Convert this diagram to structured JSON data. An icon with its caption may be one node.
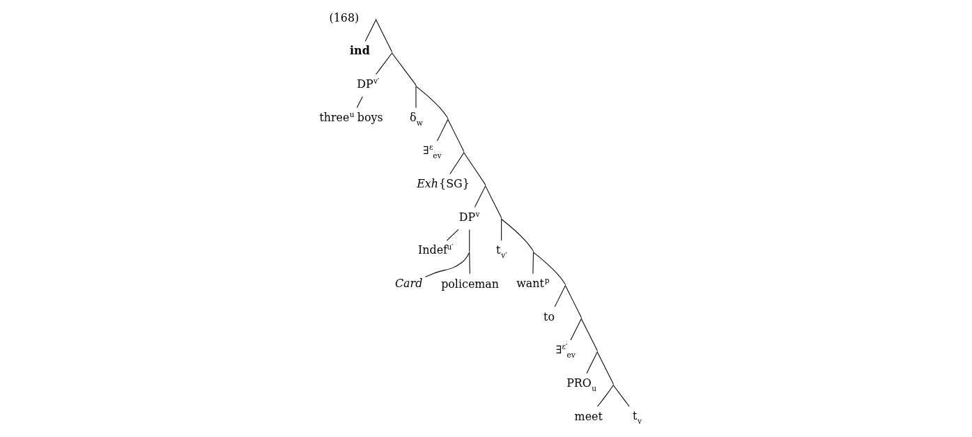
{
  "diagram": {
    "nodes": [
      {
        "text": [],
        "shape": "point"
      },
      {
        "text": [
          "ind"
        ]
      },
      {
        "text": [],
        "shape": "point"
      },
      {
        "text": [
          "DP$^{v′}$"
        ]
      },
      {
        "text": [
          "three$^{u}$ boys"
        ]
      },
      {
        "text": [],
        "shape": "point"
      },
      {
        "text": [
          "δ$_{w}$"
        ]
      },
      {
        "text": [],
        "shape": "point"
      },
      {
        "text": [
          "∃$^{ε}$$_{ev}$"
        ]
      },
      {
        "text": [],
        "shape": "point"
      },
      {
        "text": [
          "*Exh*{SG}"
        ]
      },
      {
        "text": [],
        "shape": "point"
      },
      {
        "text": [
          "DP$^{v}$"
        ]
      },
      {
        "text": [
          "Indef$^{u′}$"
        ]
      },
      {
        "text": [],
        "shape": "point"
      },
      {
        "text": [
          "Card"
        ]
      },
      {
        "text": [
          "policeman"
        ]
      },
      {
        "text": [],
        "shape": "point"
      },
      {
        "text": [
          "t$_{v′}$"
        ]
      },
      {
        "text": [],
        "shape": "point"
      },
      {
        "text": [
          "want$^{p}$"
        ]
      },
      {
        "text": [],
        "shape": "point"
      },
      {
        "text": [
          "to"
        ]
      },
      {
        "text": [],
        "shape": "point"
      },
      {
        "text": [
          "∃$^{ε′}$$_{ev}$"
        ]
      },
      {
        "text": [],
        "shape": "point"
      },
      {
        "text": [
          "PRO$_{u}$"
        ]
      },
      {
        "text": [],
        "shape": "point"
      },
      {
        "text": [
          "meet"
        ]
      },
      {
        "text": [
          "t$_{v}$"
        ]
      }
    ],
    "edges": [
      {
        "from": 0,
        "to": 1,
        "arrow": "none"
      },
      {
        "from": 0,
        "to": 2,
        "arrow": "none"
      },
      {
        "from": 2,
        "to": 3,
        "arrow": "none"
      },
      {
        "from": 3,
        "to": 4,
        "arrow": "none"
      },
      {
        "from": 2,
        "to": 5,
        "arrow": "none"
      },
      {
        "from": 5,
        "to": 6,
        "arrow": "none"
      },
      {
        "from": 5,
        "to": 7,
        "arrow": "none"
      },
      {
        "from": 7,
        "to": 8,
        "arrow": "none"
      },
      {
        "from": 7,
        "to": 9,
        "arrow": "none"
      },
      {
        "from": 9,
        "to": 10,
        "arrow": "none"
      },
      {
        "from": 9,
        "to": 11,
        "arrow": "none"
      },
      {
        "from": 11,
        "to": 12,
        "arrow": "none"
      },
      {
        "from": 12,
        "to": 13,
        "arrow": "none"
      },
      {
        "from": 12,
        "to": 14,
        "arrow": "none"
      },
      {
        "from": 14,
        "to": 15,
        "arrow": "none"
      },
      {
        "from": 14,
        "to": 16,
        "arrow": "none"
      },
      {
        "from": 11,
        "to": 17,
        "arrow": "none"
      },
      {
        "from": 17,
        "to": 18,
        "arrow": "none"
      },
      {
        "from": 17,
        "to": 19,
        "arrow": "none"
      },
      {
        "from": 19,
        "to": 20,
        "arrow": "none"
      },
      {
        "from": 19,
        "to": 21,
        "arrow": "none"
      },
      {
        "from": 21,
        "to": 22,
        "arrow": "none"
      },
      {
        "from": 21,
        "to": 23,
        "arrow": "none"
      },
      {
        "from": 23,
        "to": 24,
        "arrow": "none"
      },
      {
        "from": 23,
        "to": 25,
        "arrow": "none"
      },
      {
        "from": 25,
        "to": 26,
        "arrow": "none"
      },
      {
        "from": 25,
        "to": 27,
        "arrow": "none"
      },
      {
        "from": 27,
        "to": 28,
        "arrow": "none"
      },
      {
        "from": 27,
        "to": 29,
        "arrow": "none"
      }
    ],
    "labels": [
      "(168)"
    ]
  }
}
